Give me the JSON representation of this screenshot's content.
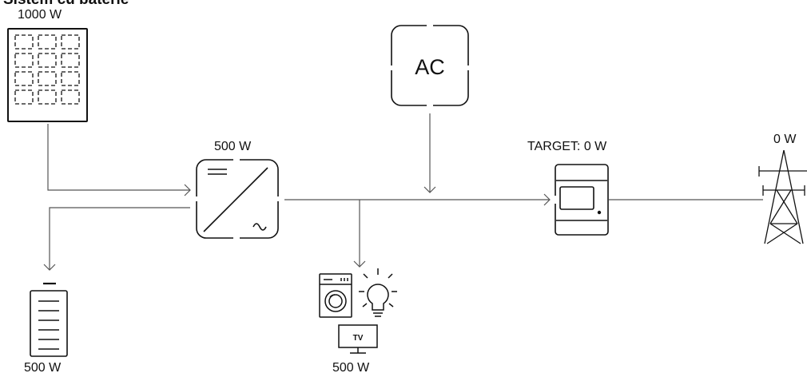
{
  "title": "Sistem cu baterie",
  "labels": {
    "solar": "1000 W",
    "inverter": "500 W",
    "meter": "TARGET: 0 W",
    "grid": "0 W",
    "battery": "500 W",
    "consumers": "500 W"
  },
  "devices": {
    "ac_text": "AC",
    "tv_text": "TV"
  },
  "colors": {
    "stroke": "#111111",
    "line": "#555555",
    "background": "#ffffff"
  }
}
